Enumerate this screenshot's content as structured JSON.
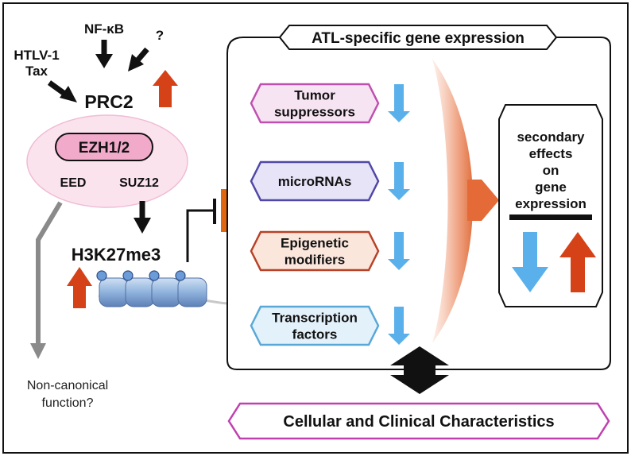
{
  "regulators": {
    "htlv": [
      "HTLV-1",
      "Tax"
    ],
    "nfkb": "NF-κB",
    "unknown": "?"
  },
  "prc2": {
    "label": "PRC2",
    "ezh": "EZH1/2",
    "eed": "EED",
    "suz12": "SUZ12"
  },
  "mark": "H3K27me3",
  "noncanonical": [
    "Non-canonical",
    "function?"
  ],
  "main_box": {
    "title": "ATL-specific gene expression",
    "categories": [
      {
        "lines": [
          "Tumor",
          "suppressors"
        ],
        "color": "#c050b0",
        "fill": "#f7e4f3"
      },
      {
        "lines": [
          "microRNAs"
        ],
        "color": "#5048a8",
        "fill": "#e6e4f6"
      },
      {
        "lines": [
          "Epigenetic",
          "modifiers"
        ],
        "color": "#b84228",
        "fill": "#fbe6dc"
      },
      {
        "lines": [
          "Transcription",
          "factors"
        ],
        "color": "#5aa8d8",
        "fill": "#e3f1fa"
      }
    ]
  },
  "secondary": [
    "secondary",
    "effects",
    "on",
    "gene",
    "expression"
  ],
  "outcome": "Cellular and Clinical Characteristics",
  "colors": {
    "up_arrow": "#d64218",
    "down_arrow": "#5ab0ea",
    "orange_arrow": "#e0670f",
    "prc2_ellipse": "#fbe3ee",
    "ezh_box": "#f2aacb",
    "outcome_border": "#c040b0"
  }
}
